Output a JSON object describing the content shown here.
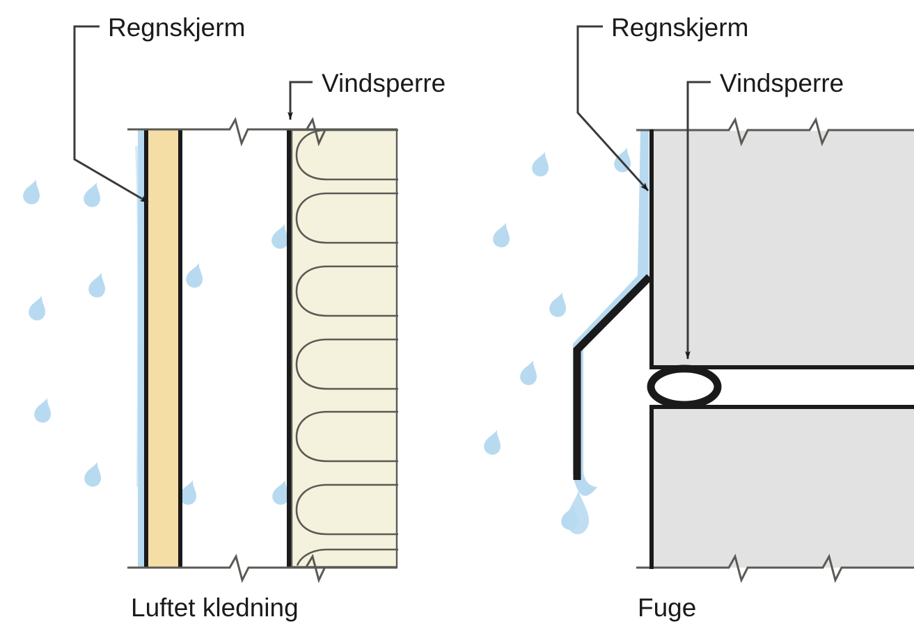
{
  "figure": {
    "title_visible": false,
    "language": "no",
    "panels": [
      {
        "id": "left",
        "caption": "Luftet kledning",
        "labels": [
          {
            "key": "rainscreen",
            "text": "Regnskjerm"
          },
          {
            "key": "windbarrier",
            "text": "Vindsperre"
          }
        ],
        "layers": [
          {
            "name": "water-film",
            "color": "#b8daf0"
          },
          {
            "name": "cladding-board",
            "color": "#f5dda6"
          },
          {
            "name": "ventilated-air-cavity",
            "color": "#ffffff"
          },
          {
            "name": "wind-barrier-membrane",
            "color": "#1a1a1a"
          },
          {
            "name": "mineral-wool-insulation",
            "color": "#f4f2dd"
          }
        ]
      },
      {
        "id": "right",
        "caption": "Fuge",
        "labels": [
          {
            "key": "rainscreen",
            "text": "Regnskjerm"
          },
          {
            "key": "windbarrier",
            "text": "Vindsperre"
          }
        ],
        "layers": [
          {
            "name": "water-film",
            "color": "#b8daf0"
          },
          {
            "name": "concrete-panel",
            "color": "#e2e2e2"
          },
          {
            "name": "flashing-drip",
            "color": "#1a1a1a"
          },
          {
            "name": "joint-gasket-ring",
            "color": "#1a1a1a"
          }
        ]
      }
    ],
    "colors": {
      "water": "#b8daf0",
      "cladding": "#f5dda6",
      "insulation": "#f4f2dd",
      "panel": "#e2e2e2",
      "ink": "#1a1a1a",
      "thin_line": "#5a5a55",
      "background": "#ffffff"
    },
    "raindrops": {
      "left_panel_count": 11,
      "right_panel_count": 7,
      "color": "#b8daf0"
    },
    "annotations": {
      "break_symbol": "zigzag",
      "arrow_style": "solid-triangle"
    }
  }
}
